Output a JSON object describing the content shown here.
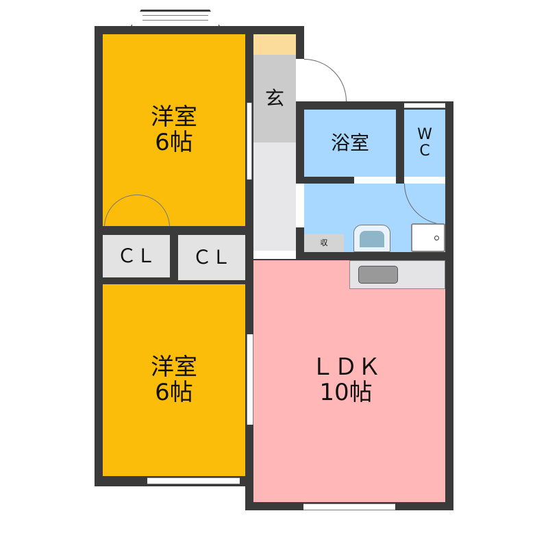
{
  "rooms": {
    "western_room_1": {
      "name": "洋室",
      "size": "6帖"
    },
    "western_room_2": {
      "name": "洋室",
      "size": "6帖"
    },
    "closet_1": {
      "name": "ＣＬ"
    },
    "closet_2": {
      "name": "ＣＬ"
    },
    "entrance": {
      "name": "玄"
    },
    "bathroom": {
      "name": "浴室"
    },
    "toilet": {
      "line1": "W",
      "line2": "C"
    },
    "storage": {
      "name": "収"
    },
    "ldk": {
      "name": "ＬＤＫ",
      "size": "10帖"
    }
  },
  "colors": {
    "western": "#fbbd0a",
    "ldk": "#ffb7b7",
    "wet": "#a8d8ff",
    "wall": "#3a3a3a"
  }
}
